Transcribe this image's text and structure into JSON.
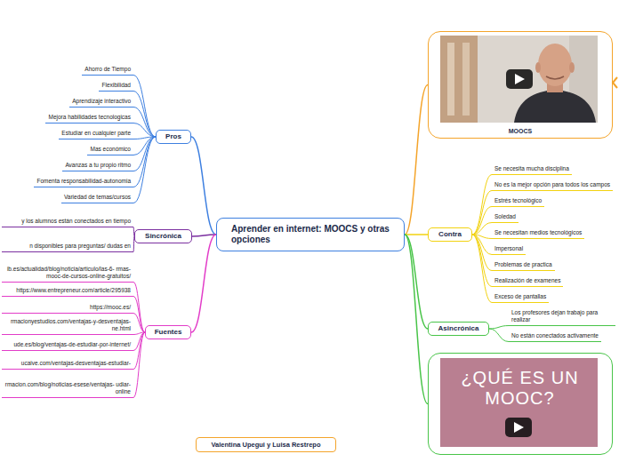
{
  "diagram": {
    "nodes": [
      {
        "text": [
          "Aprender en internet: MOOCS y otras opciones"
        ]
      },
      {
        "text": [
          "Pros"
        ]
      },
      {
        "text": [
          "Ahorro de Tiempo"
        ]
      },
      {
        "text": [
          "Flexibilidad"
        ]
      },
      {
        "text": [
          "Aprendizaje interactivo"
        ]
      },
      {
        "text": [
          "Mejora habilidades tecnologicas"
        ]
      },
      {
        "text": [
          "Estudiar en cualquier parte"
        ]
      },
      {
        "text": [
          "Mas económico"
        ]
      },
      {
        "text": [
          "Avanzas a tu propio ritmo"
        ]
      },
      {
        "text": [
          "Fomenta responsabilidad-autonomia"
        ]
      },
      {
        "text": [
          "Variedad de temas/cursos"
        ]
      },
      {
        "text": [
          "Sincrónica"
        ]
      },
      {
        "text": [
          "y los alumnos están conectados en tiempo"
        ]
      },
      {
        "text": [
          "n disponibles para preguntas/ dudas en"
        ]
      },
      {
        "text": [
          "Fuentes"
        ]
      },
      {
        "text": [
          "ib.es/actualidad/blog/noticia/articulo/las-6- rmas-mooc-de-cursos-online-gratuitos/"
        ]
      },
      {
        "text": [
          "https://www.entrepreneur.com/article/295938"
        ]
      },
      {
        "text": [
          "https://mooc.es/"
        ]
      },
      {
        "text": [
          "rmacionyestudios.com/ventajas-y-desventajas- ne.html"
        ]
      },
      {
        "text": [
          "ude.es/blog/ventajas-de-estudiar-por-internet/"
        ]
      },
      {
        "text": [
          "ucaive.com/ventajas-desventajas-estudiar-"
        ]
      },
      {
        "text": [
          "rmacion.com/blog/noticias-esese/ventajas- udiar-online"
        ]
      },
      {
        "text": [
          "MOOCS"
        ]
      },
      {
        "text": [
          "Contra"
        ]
      },
      {
        "text": [
          "Se necesita mucha disciplina"
        ]
      },
      {
        "text": [
          "No es la mejor opción para todos los campos"
        ]
      },
      {
        "text": [
          "Estrés tecnológico"
        ]
      },
      {
        "text": [
          "Soledad"
        ]
      },
      {
        "text": [
          "Se necesitan medios tecnológicos"
        ]
      },
      {
        "text": [
          "Impersonal"
        ]
      },
      {
        "text": [
          "Problemas de practica"
        ]
      },
      {
        "text": [
          "Realización de examenes"
        ]
      },
      {
        "text": [
          "Exceso de pantallas"
        ]
      },
      {
        "text": [
          "Asincrónica"
        ]
      },
      {
        "text": [
          "Los profesores dejan trabajo para realizar"
        ]
      },
      {
        "text": [
          "No están conectados activamente"
        ]
      },
      {
        "text": [
          "¿QUÉ ES UN MOOC?"
        ]
      },
      {
        "text": [
          "Valentina Upegui y Luisa Restrepo"
        ]
      }
    ],
    "edges": [
      {
        "from": 0,
        "to": 1,
        "arrow": "none"
      },
      {
        "from": 0,
        "to": 11,
        "arrow": "none"
      },
      {
        "from": 0,
        "to": 14,
        "arrow": "none"
      },
      {
        "from": 0,
        "to": 22,
        "arrow": "none"
      },
      {
        "from": 0,
        "to": 23,
        "arrow": "none"
      },
      {
        "from": 0,
        "to": 33,
        "arrow": "none"
      },
      {
        "from": 0,
        "to": 36,
        "arrow": "none"
      },
      {
        "from": 1,
        "to": 2,
        "arrow": "none"
      },
      {
        "from": 1,
        "to": 3,
        "arrow": "none"
      },
      {
        "from": 1,
        "to": 4,
        "arrow": "none"
      },
      {
        "from": 1,
        "to": 5,
        "arrow": "none"
      },
      {
        "from": 1,
        "to": 6,
        "arrow": "none"
      },
      {
        "from": 1,
        "to": 7,
        "arrow": "none"
      },
      {
        "from": 1,
        "to": 8,
        "arrow": "none"
      },
      {
        "from": 1,
        "to": 9,
        "arrow": "none"
      },
      {
        "from": 1,
        "to": 10,
        "arrow": "none"
      },
      {
        "from": 11,
        "to": 12,
        "arrow": "none"
      },
      {
        "from": 11,
        "to": 13,
        "arrow": "none"
      },
      {
        "from": 14,
        "to": 15,
        "arrow": "none"
      },
      {
        "from": 14,
        "to": 16,
        "arrow": "none"
      },
      {
        "from": 14,
        "to": 17,
        "arrow": "none"
      },
      {
        "from": 14,
        "to": 18,
        "arrow": "none"
      },
      {
        "from": 14,
        "to": 19,
        "arrow": "none"
      },
      {
        "from": 14,
        "to": 20,
        "arrow": "none"
      },
      {
        "from": 14,
        "to": 21,
        "arrow": "none"
      },
      {
        "from": 23,
        "to": 24,
        "arrow": "none"
      },
      {
        "from": 23,
        "to": 25,
        "arrow": "none"
      },
      {
        "from": 23,
        "to": 26,
        "arrow": "none"
      },
      {
        "from": 23,
        "to": 27,
        "arrow": "none"
      },
      {
        "from": 23,
        "to": 28,
        "arrow": "none"
      },
      {
        "from": 23,
        "to": 29,
        "arrow": "none"
      },
      {
        "from": 23,
        "to": 30,
        "arrow": "none"
      },
      {
        "from": 23,
        "to": 31,
        "arrow": "none"
      },
      {
        "from": 23,
        "to": 32,
        "arrow": "none"
      },
      {
        "from": 33,
        "to": 34,
        "arrow": "none"
      },
      {
        "from": 33,
        "to": 35,
        "arrow": "none"
      }
    ]
  }
}
